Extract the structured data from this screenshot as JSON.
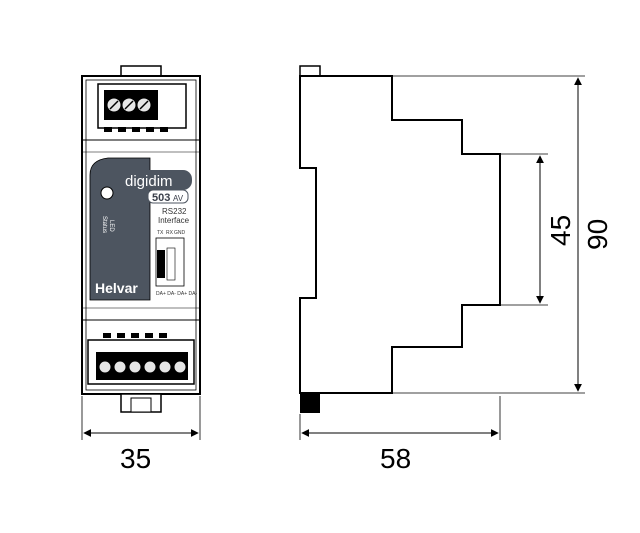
{
  "product": {
    "brand_logo": "digidim",
    "model": "503",
    "model_suffix": "AV",
    "description_line1": "RS232",
    "description_line2": "Interface",
    "status_led_label_line1": "Status",
    "status_led_label_line2": "LED",
    "terminal_labels_top": [
      "TX",
      "RX",
      "GND"
    ],
    "terminal_labels_bottom": "DA+ DA- DA+ DA-",
    "manufacturer": "Helvar"
  },
  "dimensions": {
    "width": "35",
    "depth": "58",
    "front_height": "45",
    "height": "90"
  },
  "colors": {
    "panel_dark": "#4d5560",
    "line": "#000000",
    "body": "#ffffff",
    "terminal_gray": "#dddddd"
  }
}
